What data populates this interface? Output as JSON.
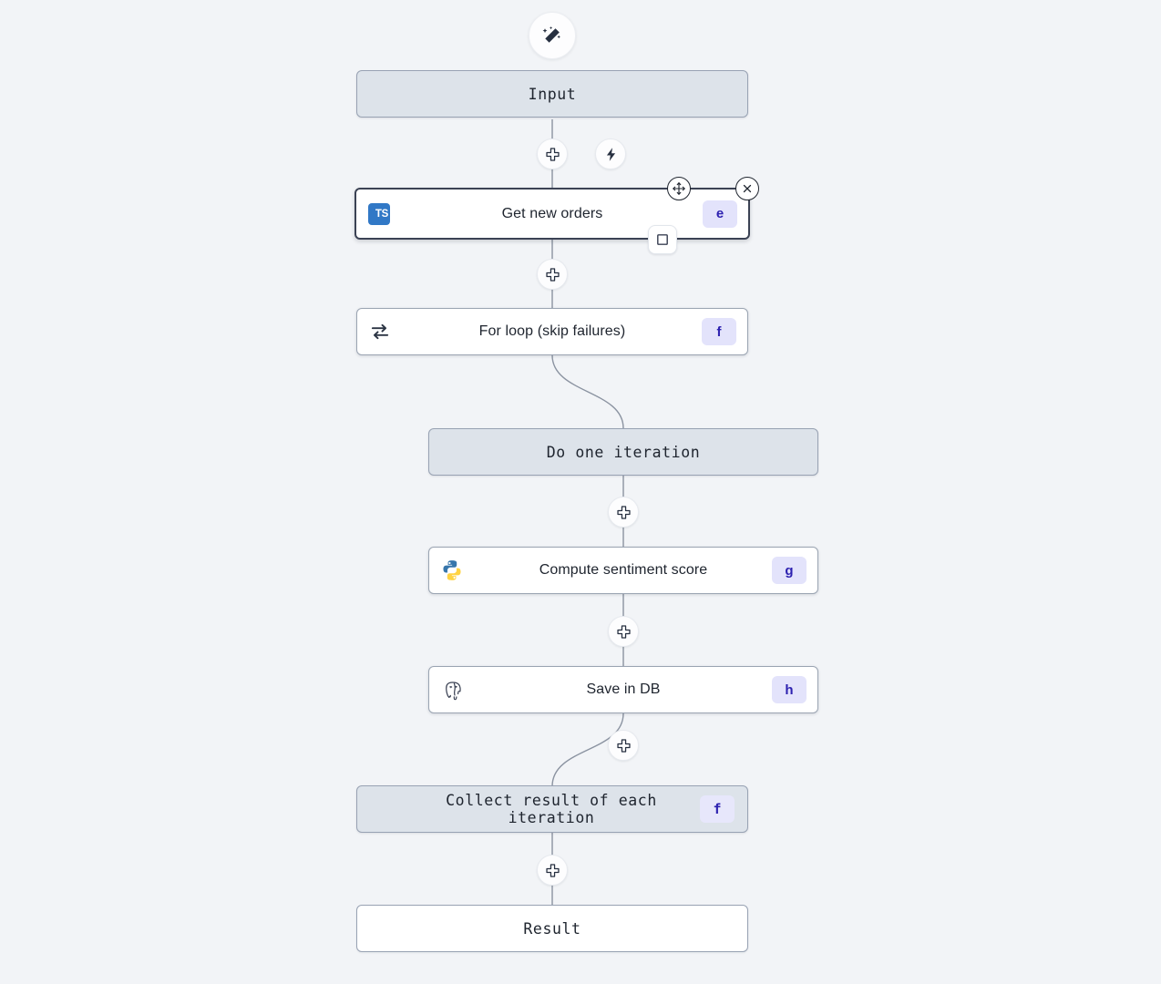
{
  "canvas": {
    "background": "#f2f4f7",
    "accent_badge_bg": "#e3e3fb",
    "accent_badge_fg": "#2d21b0",
    "virtual_node_bg": "#dde3ea",
    "selected_border": "#3b4254"
  },
  "toolbar": {
    "magic_button_icon": "magic-wand-icon",
    "magic_button_label": ""
  },
  "nodes": [
    {
      "id": "input",
      "label": "Input",
      "kind": "virtual",
      "icon": "",
      "badge": ""
    },
    {
      "id": "get_new_orders",
      "label": "Get new orders",
      "kind": "module-selected",
      "icon": "typescript-icon",
      "badge": "e"
    },
    {
      "id": "for_loop",
      "label": "For loop (skip failures)",
      "kind": "module",
      "icon": "loop-icon",
      "badge": "f"
    },
    {
      "id": "do_one_iteration",
      "label": "Do one iteration",
      "kind": "virtual",
      "icon": "",
      "badge": ""
    },
    {
      "id": "compute_sentiment",
      "label": "Compute sentiment score",
      "kind": "module",
      "icon": "python-icon",
      "badge": "g"
    },
    {
      "id": "save_in_db",
      "label": "Save in DB",
      "kind": "module",
      "icon": "postgres-icon",
      "badge": "h"
    },
    {
      "id": "collect_result",
      "label": "Collect result of each iteration",
      "kind": "virtual",
      "icon": "",
      "badge": "f"
    },
    {
      "id": "result",
      "label": "Result",
      "kind": "plain",
      "icon": "",
      "badge": ""
    }
  ],
  "buttons": {
    "insert_plus": "+",
    "trigger_icon": "lightning-bolt-icon",
    "move_handle_icon": "move-arrows-icon",
    "close_handle_icon": "close-x-icon",
    "square_icon": "square-icon"
  }
}
